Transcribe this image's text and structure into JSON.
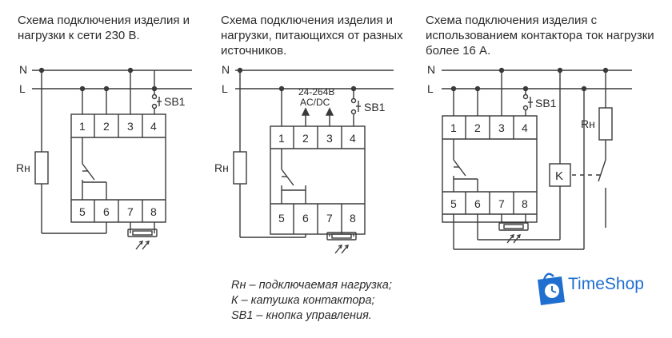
{
  "diagrams": [
    {
      "title_lines": [
        "Схема подключения изделия и",
        "нагрузки к сети 230 В."
      ],
      "line_n": "N",
      "line_l": "L",
      "button": "SB1",
      "load": "Rн",
      "terminals_top": [
        "1",
        "2",
        "3",
        "4"
      ],
      "terminals_bottom": [
        "5",
        "6",
        "7",
        "8"
      ]
    },
    {
      "title_lines": [
        "Схема подключения изделия и",
        "нагрузки, питающихся от разных",
        "источников."
      ],
      "line_n": "N",
      "line_l": "L",
      "button": "SB1",
      "load": "Rн",
      "supply_lines": [
        "24-264В",
        "AC/DC"
      ],
      "terminals_top": [
        "1",
        "2",
        "3",
        "4"
      ],
      "terminals_bottom": [
        "5",
        "6",
        "7",
        "8"
      ]
    },
    {
      "title_lines": [
        "Схема подключения изделия с",
        "использованием контактора ток нагрузки",
        "более 16 А."
      ],
      "line_n": "N",
      "line_l": "L",
      "button": "SB1",
      "load": "Rн",
      "coil": "K",
      "terminals_top": [
        "1",
        "2",
        "3",
        "4"
      ],
      "terminals_bottom": [
        "5",
        "6",
        "7",
        "8"
      ]
    }
  ],
  "legend": [
    "Rн – подключаемая нагрузка;",
    "К – катушка контактора;",
    "SB1 – кнопка управления."
  ],
  "logo": {
    "text": "TimeShop",
    "icon": "shopping-bag-clock-icon",
    "color": "#1f6fd0"
  }
}
